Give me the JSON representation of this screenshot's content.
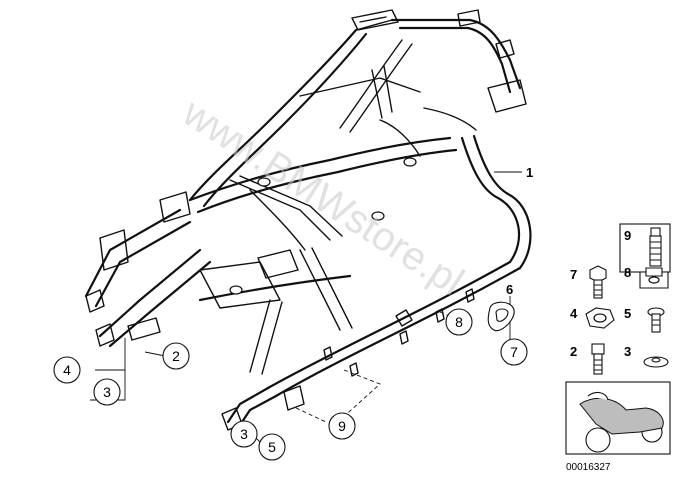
{
  "watermark": "www.BMWstore.pl",
  "diagram_code": "00016327",
  "callouts": {
    "c1": "1",
    "c2": "2",
    "c3a": "3",
    "c4": "4",
    "c3b": "3",
    "c5": "5",
    "c9": "9",
    "c8": "8",
    "c7": "7",
    "c6": "6"
  },
  "parts_panel": {
    "p9": "9",
    "p7": "7",
    "p8": "8",
    "p4": "4",
    "p5": "5",
    "p2": "2",
    "p3": "3"
  }
}
